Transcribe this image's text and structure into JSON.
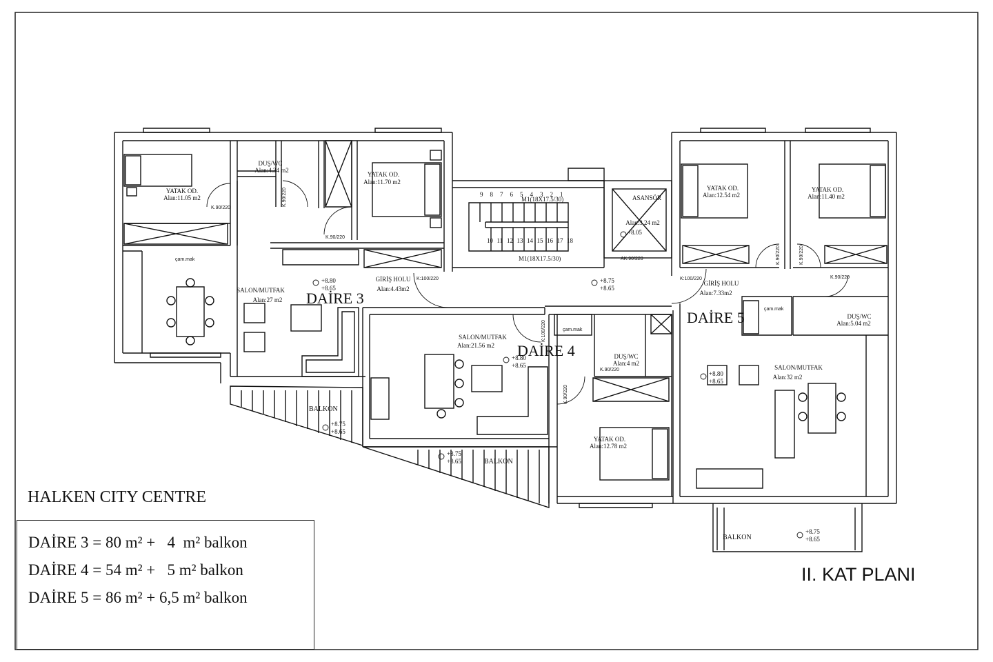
{
  "project": {
    "title": "HALKEN CITY CENTRE",
    "plan_title": "II. KAT PLANI"
  },
  "summary": [
    "DAİRE 3 = 80 m² +   4  m² balkon",
    "DAİRE 4 = 54 m² +   5 m² balkon",
    "DAİRE 5 = 86 m² + 6,5 m² balkon"
  ],
  "units": {
    "d3": "DAİRE 3",
    "d4": "DAİRE 4",
    "d5": "DAİRE 5"
  },
  "rooms": {
    "d3_bed1": {
      "name": "YATAK OD.",
      "area": "Alan:11.05 m2"
    },
    "d3_bath": {
      "name": "DUŞ/WC",
      "area": "Alan:4.34 m2"
    },
    "d3_bed2": {
      "name": "YATAK OD.",
      "area": "Alan:11.70 m2"
    },
    "d3_salon": {
      "name": "SALON/MUTFAK",
      "area": "Alan:27 m2"
    },
    "d3_hall": {
      "name": "GİRİŞ HOLU",
      "area": "Alan:4.43m2"
    },
    "d3_camasir": "çam.mak",
    "elevator": {
      "name": "ASANSÖR",
      "area": "Alan:3.24 m2"
    },
    "d5_bed1": {
      "name": "YATAK OD.",
      "area": "Alan:12.54 m2"
    },
    "d5_bed2": {
      "name": "YATAK OD.",
      "area": "Alan:11.40 m2"
    },
    "d5_hall": {
      "name": "GİRİŞ HOLU",
      "area": "Alan:7.33m2"
    },
    "d5_bath": {
      "name": "DUŞ/WC",
      "area": "Alan:5.04 m2"
    },
    "d5_camasir": "çam.mak",
    "d5_salon": {
      "name": "SALON/MUTFAK",
      "area": "Alan:32 m2"
    },
    "d4_salon": {
      "name": "SALON/MUTFAK",
      "area": "Alan:21.56 m2"
    },
    "d4_camasir": "çam.mak",
    "d4_bath": {
      "name": "DUŞ/WC",
      "area": "Alan:4 m2"
    },
    "d4_bed": {
      "name": "YATAK OD.",
      "area": "Alan:12.78 m2"
    },
    "balcony": "BALKON"
  },
  "stairs": {
    "upper": "M1(18X17.5/30)",
    "lower": "M1(18X17.5/30)",
    "upper_steps": [
      "9",
      "8",
      "7",
      "6",
      "5",
      "4",
      "3",
      "2",
      "1"
    ],
    "lower_steps": [
      "10",
      "11",
      "12",
      "13",
      "14",
      "15",
      "16",
      "17",
      "18"
    ]
  },
  "doors": {
    "k90": "K.90/220",
    "k100": "K:100/220",
    "k100b": "K:100/220",
    "ak90": "AK.90/220"
  },
  "levels": {
    "l880": "+8.80",
    "l875": "+8.75",
    "l865": "+8.65",
    "l805": "+8.05"
  }
}
